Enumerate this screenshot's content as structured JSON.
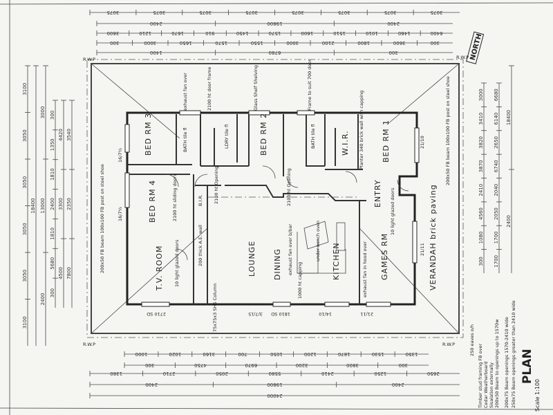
{
  "plan": {
    "title": "PLAN",
    "scale": "Scale 1:100",
    "north": "NORTH",
    "rooms": {
      "bed3": "BED RM 3",
      "bed4": "BED RM 4",
      "tv": "T.V. ROOM",
      "lounge": "LOUNGE",
      "dining": "DINING",
      "kitchen": "KITCHEN",
      "games": "GAMES RM",
      "bed2": "BED RM 2",
      "bed1": "BED RM 1",
      "wir": "W.I.R.",
      "ensuite": "BATH tile fl",
      "ldry": "LDRY tile fl",
      "bath": "BATH tile fl",
      "entry": "ENTRY",
      "bir": "B.I.R.",
      "verandah": "VERANDAH brick paving"
    },
    "notes": {
      "rwp": "R.W.P",
      "eaves": "250 eaves o/h",
      "spec1": "Timber stud framing FB over",
      "spec2": "Cedar Weatherboard",
      "spec3": "Sisalation externally",
      "spec4": "200x50 Beam to openings up to 1570w",
      "spec5": "200x75 Beam openings 1570-2410 wide",
      "spec6": "250x75 Beam openings greater than 2410 wide",
      "beam_left": "200x50 FB beam 100x100 FB post on steel shoe",
      "beam_right": "200x50 FB beam 100x100 FB post on steel shoe",
      "exhaust1": "exhaust fan over",
      "exhaust2": "exhaust fan over b/bar",
      "exhaust3": "exhaust fan in hood over",
      "door_frame": "2100 ht door frame",
      "glass_shelving": "Glass Shelf Shelving",
      "planter": "Planter 340 brick wall with capping",
      "frame_door": "Frame to suit 700 door",
      "opening1": "2100 ht Opening",
      "opening2": "2100 ht Opening",
      "sliding": "2100 ht sliding doors",
      "ae_wall": "200 thick A.E. wall",
      "glazed1": "10 light glazed doors",
      "glazed2": "10 light glazed doors",
      "capping": "1000 ht capping",
      "oven": "under bench oven",
      "column": "75x75x3 SHS Column",
      "win_w1": "16/7½",
      "win_w2": "16/7½",
      "win_e1": "21/10",
      "win_e2": "21/11",
      "win_s1": "2710 SD",
      "win_s2": "3/7/15",
      "win_s3": "1810 SD",
      "win_s4": "14/10",
      "win_s5": "21/11"
    }
  },
  "dimensions": {
    "top": [
      [
        "3075",
        "3075",
        "3075",
        "3075",
        "3075",
        "3075",
        "3075",
        "3075"
      ],
      [
        "2400",
        "19800",
        "2400"
      ],
      [
        "3600",
        "1210",
        "1670",
        "910",
        "1450",
        "1570",
        "1600",
        "1510",
        "1010",
        "1460",
        "6400"
      ],
      [
        "300",
        "3000",
        "1650",
        "1570",
        "1550",
        "3000",
        "2100",
        "1800",
        "3600",
        "300"
      ],
      [
        "1400",
        "6780",
        "300"
      ]
    ],
    "left": [
      [
        "3100",
        "3050",
        "3050",
        "3050",
        "3050",
        "3100"
      ],
      [
        "18400"
      ],
      [
        "3000",
        "13000",
        "2400"
      ],
      [
        "300",
        "1350",
        "1810",
        "2400",
        "1810",
        "5680",
        "300"
      ],
      [
        "4420",
        "3300",
        "4500"
      ],
      [
        "3540",
        "2350",
        "7800"
      ]
    ],
    "right": [
      [
        "3000",
        "3410",
        "3820",
        "3870",
        "2410",
        "4560",
        "1080",
        "300"
      ],
      [
        "6680",
        "6140",
        "2650",
        "6740",
        "2040",
        "2050",
        "1700",
        "1700"
      ],
      [
        "18400",
        "2400"
      ]
    ],
    "bottom": [
      [
        "1000",
        "1020",
        "3160",
        "700",
        "1050",
        "1200",
        "1870",
        "1530",
        "1350"
      ],
      [
        "300",
        "4750",
        "6970",
        "3200",
        "3800",
        "300"
      ],
      [
        "1380",
        "2710",
        "2050",
        "5580",
        "2410",
        "1250",
        "2650"
      ],
      [
        "2400",
        "19800",
        "2400"
      ],
      [
        "24000"
      ]
    ]
  }
}
